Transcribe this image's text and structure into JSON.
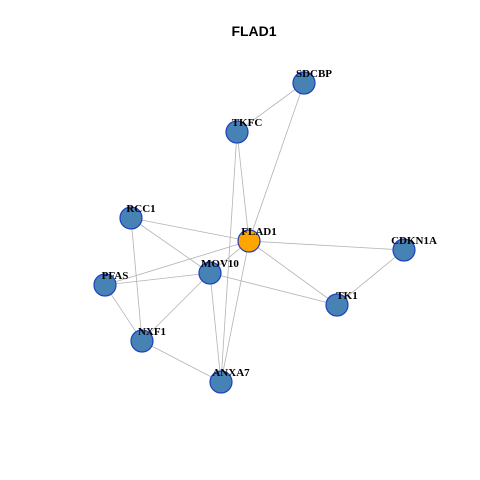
{
  "graph": {
    "title": "FLAD1",
    "colors": {
      "hub_fill": "#ffa500",
      "node_fill": "#4682b4",
      "node_stroke": "#1f3fbf",
      "edge": "#b3b3b3"
    },
    "nodes": [
      {
        "id": "FLAD1",
        "label": "FLAD1",
        "hub": true
      },
      {
        "id": "SDCBP",
        "label": "SDCBP",
        "hub": false
      },
      {
        "id": "TKFC",
        "label": "TKFC",
        "hub": false
      },
      {
        "id": "RCC1",
        "label": "RCC1",
        "hub": false
      },
      {
        "id": "CDKN1A",
        "label": "CDKN1A",
        "hub": false
      },
      {
        "id": "PFAS",
        "label": "PFAS",
        "hub": false
      },
      {
        "id": "MOV10",
        "label": "MOV10",
        "hub": false
      },
      {
        "id": "TK1",
        "label": "TK1",
        "hub": false
      },
      {
        "id": "NXF1",
        "label": "NXF1",
        "hub": false
      },
      {
        "id": "ANXA7",
        "label": "ANXA7",
        "hub": false
      }
    ],
    "edges": [
      [
        "SDCBP",
        "TKFC"
      ],
      [
        "SDCBP",
        "FLAD1"
      ],
      [
        "TKFC",
        "FLAD1"
      ],
      [
        "TKFC",
        "ANXA7"
      ],
      [
        "RCC1",
        "FLAD1"
      ],
      [
        "RCC1",
        "MOV10"
      ],
      [
        "RCC1",
        "NXF1"
      ],
      [
        "FLAD1",
        "CDKN1A"
      ],
      [
        "FLAD1",
        "PFAS"
      ],
      [
        "FLAD1",
        "MOV10"
      ],
      [
        "FLAD1",
        "TK1"
      ],
      [
        "FLAD1",
        "ANXA7"
      ],
      [
        "CDKN1A",
        "TK1"
      ],
      [
        "PFAS",
        "MOV10"
      ],
      [
        "PFAS",
        "NXF1"
      ],
      [
        "MOV10",
        "TK1"
      ],
      [
        "MOV10",
        "NXF1"
      ],
      [
        "MOV10",
        "ANXA7"
      ],
      [
        "NXF1",
        "ANXA7"
      ]
    ]
  }
}
